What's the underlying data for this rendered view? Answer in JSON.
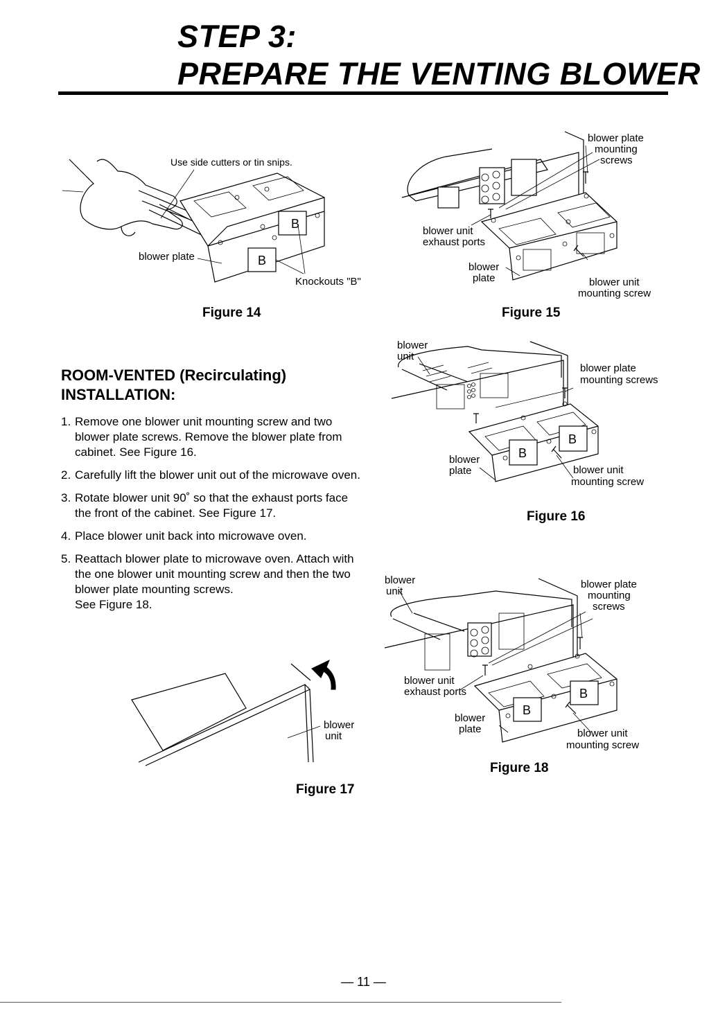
{
  "header": {
    "step": "STEP 3:",
    "title": "PREPARE THE VENTING BLOWER"
  },
  "figure14": {
    "caption": "Figure 14",
    "label_cutters": "Use side cutters or tin snips.",
    "label_plate": "blower plate",
    "label_knockouts": "Knockouts \"B\"",
    "knockout_letter": "B"
  },
  "figure15": {
    "caption": "Figure 15",
    "label_mounting_1": "blower plate",
    "label_mounting_2": "mounting",
    "label_mounting_3": "screws",
    "label_exhaust_1": "blower unit",
    "label_exhaust_2": "exhaust ports",
    "label_plate_1": "blower",
    "label_plate_2": "plate",
    "label_screw_1": "blower unit",
    "label_screw_2": "mounting screw"
  },
  "figure16": {
    "caption": "Figure 16",
    "label_unit_1": "blower",
    "label_unit_2": "unit",
    "label_mounting_1": "blower plate",
    "label_mounting_2": "mounting screws",
    "label_plate_1": "blower",
    "label_plate_2": "plate",
    "label_screw_1": "blower unit",
    "label_screw_2": "mounting screw",
    "knockout_letter": "B"
  },
  "figure17": {
    "caption": "Figure 17",
    "label_unit_1": "blower",
    "label_unit_2": "unit"
  },
  "figure18": {
    "caption": "Figure 18",
    "label_unit_1": "blower",
    "label_unit_2": "unit",
    "label_mounting_1": "blower plate",
    "label_mounting_2": "mounting",
    "label_mounting_3": "screws",
    "label_exhaust_1": "blower unit",
    "label_exhaust_2": "exhaust ports",
    "label_plate_1": "blower",
    "label_plate_2": "plate",
    "label_screw_1": "blower unit",
    "label_screw_2": "mounting screw",
    "knockout_letter": "B"
  },
  "section": {
    "title_line1": "ROOM-VENTED (Recirculating)",
    "title_line2": "INSTALLATION:"
  },
  "steps": [
    {
      "num": "1.",
      "lines": [
        "Remove one blower unit mounting screw and two",
        "blower plate screws. Remove the blower plate from",
        "cabinet. See Figure 16."
      ]
    },
    {
      "num": "2.",
      "lines": [
        "Carefully lift the blower unit out of the microwave oven."
      ]
    },
    {
      "num": "3.",
      "lines": [
        "Rotate blower unit 90˚ so that the exhaust ports face",
        "the front of the cabinet. See Figure 17."
      ]
    },
    {
      "num": "4.",
      "lines": [
        "Place blower unit back into microwave oven."
      ]
    },
    {
      "num": "5.",
      "lines": [
        "Reattach blower plate to microwave oven. Attach with",
        "the one blower unit mounting screw and then the two",
        "blower plate mounting screws.",
        "See Figure 18."
      ]
    }
  ],
  "footer": {
    "page_number": "— 11 —"
  }
}
